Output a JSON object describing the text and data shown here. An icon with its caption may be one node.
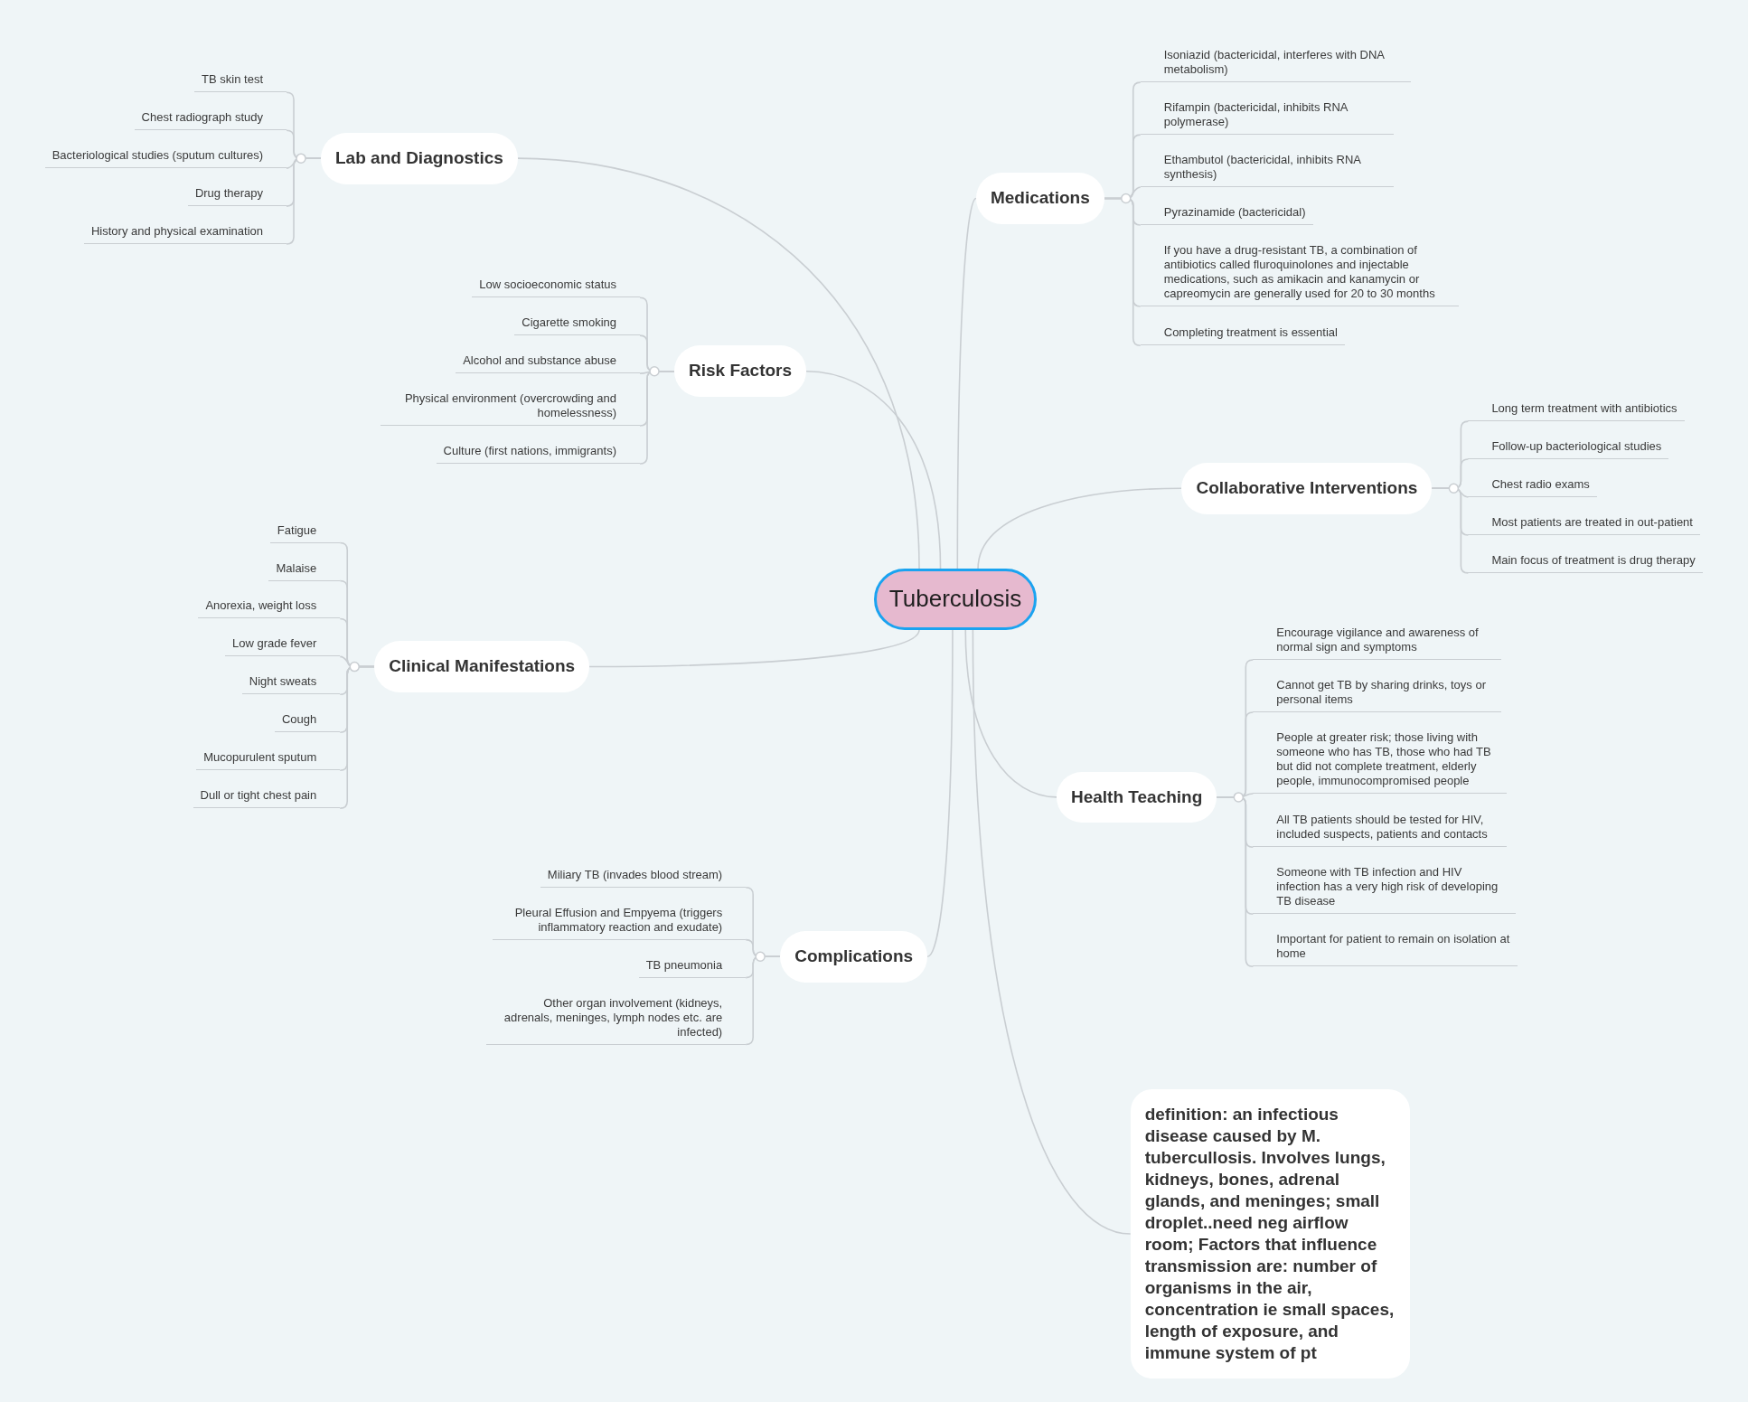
{
  "diagram": {
    "nodes": [
      {
        "text": [
          "Tuberculosis"
        ]
      },
      {
        "text": [
          "Lab and Diagnostics"
        ]
      },
      {
        "text": [
          "TB skin test"
        ]
      },
      {
        "text": [
          "Chest radiograph study"
        ]
      },
      {
        "text": [
          "Bacteriological studies (sputum cultures)"
        ]
      },
      {
        "text": [
          "Drug therapy"
        ]
      },
      {
        "text": [
          "History and physical examination"
        ]
      },
      {
        "text": [
          "Risk Factors"
        ]
      },
      {
        "text": [
          "Low socioeconomic status"
        ]
      },
      {
        "text": [
          "Cigarette smoking"
        ]
      },
      {
        "text": [
          "Alcohol and substance abuse"
        ]
      },
      {
        "text": [
          "Physical environment (overcrowding and homelessness)"
        ]
      },
      {
        "text": [
          "Culture (first nations, immigrants)"
        ]
      },
      {
        "text": [
          "Clinical Manifestations"
        ]
      },
      {
        "text": [
          "Fatigue"
        ]
      },
      {
        "text": [
          "Malaise"
        ]
      },
      {
        "text": [
          "Anorexia, weight loss"
        ]
      },
      {
        "text": [
          "Low grade fever"
        ]
      },
      {
        "text": [
          "Night sweats"
        ]
      },
      {
        "text": [
          "Cough"
        ]
      },
      {
        "text": [
          "Mucopurulent sputum"
        ]
      },
      {
        "text": [
          "Dull or tight chest pain"
        ]
      },
      {
        "text": [
          "Complications"
        ]
      },
      {
        "text": [
          "Miliary TB (invades blood stream)"
        ]
      },
      {
        "text": [
          "Pleural Effusion and Empyema (triggers inflammatory reaction and exudate)"
        ]
      },
      {
        "text": [
          "TB pneumonia"
        ]
      },
      {
        "text": [
          "Other organ involvement (kidneys, adrenals, meninges, lymph nodes etc. are infected)"
        ]
      },
      {
        "text": [
          "Medications"
        ]
      },
      {
        "text": [
          "Isoniazid (bactericidal, interferes with DNA metabolism)"
        ]
      },
      {
        "text": [
          "Rifampin (bactericidal, inhibits RNA polymerase)"
        ]
      },
      {
        "text": [
          "Ethambutol (bactericidal, inhibits RNA synthesis)"
        ]
      },
      {
        "text": [
          "Pyrazinamide (bactericidal)"
        ]
      },
      {
        "text": [
          "If you have a drug-resistant TB, a combination of antibiotics called fluroquinolones and injectable medications, such as amikacin and kanamycin or capreomycin are generally used for 20 to 30 months"
        ]
      },
      {
        "text": [
          "Completing treatment is essential"
        ]
      },
      {
        "text": [
          "Collaborative Interventions"
        ]
      },
      {
        "text": [
          "Long term treatment with antibiotics"
        ]
      },
      {
        "text": [
          "Follow-up bacteriological studies"
        ]
      },
      {
        "text": [
          "Chest radio exams"
        ]
      },
      {
        "text": [
          "Most patients are treated in out-patient"
        ]
      },
      {
        "text": [
          "Main focus of treatment is drug therapy"
        ]
      },
      {
        "text": [
          "Health Teaching"
        ]
      },
      {
        "text": [
          "Encourage vigilance and awareness of normal sign and symptoms"
        ]
      },
      {
        "text": [
          "Cannot get TB by sharing drinks, toys or personal items"
        ]
      },
      {
        "text": [
          "People at greater risk; those living with someone who has TB, those who had TB but did not complete treatment, elderly people, immunocompromised people"
        ]
      },
      {
        "text": [
          "All TB patients should be tested for HIV, included suspects, patients and contacts"
        ]
      },
      {
        "text": [
          "Someone with TB infection and HIV infection has a very high risk of developing TB disease"
        ]
      },
      {
        "text": [
          "Important for patient to remain on isolation at home"
        ]
      },
      {
        "text": [
          "definition: an infectious disease caused by M. tubercullosis. Involves lungs, kidneys, bones, adrenal glands, and meninges; small droplet..need neg airflow room; Factors that influence transmission are: number of organisms in the air, concentration ie small spaces, length of exposure, and immune system of pt"
        ]
      }
    ],
    "edges": [
      {
        "from": 0,
        "to": 1,
        "arrow": "none"
      },
      {
        "from": 0,
        "to": 7,
        "arrow": "none"
      },
      {
        "from": 0,
        "to": 13,
        "arrow": "none"
      },
      {
        "from": 0,
        "to": 22,
        "arrow": "none"
      },
      {
        "from": 0,
        "to": 27,
        "arrow": "none"
      },
      {
        "from": 0,
        "to": 34,
        "arrow": "none"
      },
      {
        "from": 0,
        "to": 40,
        "arrow": "none"
      },
      {
        "from": 0,
        "to": 47,
        "arrow": "none"
      },
      {
        "from": 1,
        "to": 2,
        "arrow": "none"
      },
      {
        "from": 1,
        "to": 3,
        "arrow": "none"
      },
      {
        "from": 1,
        "to": 4,
        "arrow": "none"
      },
      {
        "from": 1,
        "to": 5,
        "arrow": "none"
      },
      {
        "from": 1,
        "to": 6,
        "arrow": "none"
      },
      {
        "from": 7,
        "to": 8,
        "arrow": "none"
      },
      {
        "from": 7,
        "to": 9,
        "arrow": "none"
      },
      {
        "from": 7,
        "to": 10,
        "arrow": "none"
      },
      {
        "from": 7,
        "to": 11,
        "arrow": "none"
      },
      {
        "from": 7,
        "to": 12,
        "arrow": "none"
      },
      {
        "from": 13,
        "to": 14,
        "arrow": "none"
      },
      {
        "from": 13,
        "to": 15,
        "arrow": "none"
      },
      {
        "from": 13,
        "to": 16,
        "arrow": "none"
      },
      {
        "from": 13,
        "to": 17,
        "arrow": "none"
      },
      {
        "from": 13,
        "to": 18,
        "arrow": "none"
      },
      {
        "from": 13,
        "to": 19,
        "arrow": "none"
      },
      {
        "from": 13,
        "to": 20,
        "arrow": "none"
      },
      {
        "from": 13,
        "to": 21,
        "arrow": "none"
      },
      {
        "from": 22,
        "to": 23,
        "arrow": "none"
      },
      {
        "from": 22,
        "to": 24,
        "arrow": "none"
      },
      {
        "from": 22,
        "to": 25,
        "arrow": "none"
      },
      {
        "from": 22,
        "to": 26,
        "arrow": "none"
      },
      {
        "from": 27,
        "to": 28,
        "arrow": "none"
      },
      {
        "from": 27,
        "to": 29,
        "arrow": "none"
      },
      {
        "from": 27,
        "to": 30,
        "arrow": "none"
      },
      {
        "from": 27,
        "to": 31,
        "arrow": "none"
      },
      {
        "from": 27,
        "to": 32,
        "arrow": "none"
      },
      {
        "from": 27,
        "to": 33,
        "arrow": "none"
      },
      {
        "from": 34,
        "to": 35,
        "arrow": "none"
      },
      {
        "from": 34,
        "to": 36,
        "arrow": "none"
      },
      {
        "from": 34,
        "to": 37,
        "arrow": "none"
      },
      {
        "from": 34,
        "to": 38,
        "arrow": "none"
      },
      {
        "from": 34,
        "to": 39,
        "arrow": "none"
      },
      {
        "from": 40,
        "to": 41,
        "arrow": "none"
      },
      {
        "from": 40,
        "to": 42,
        "arrow": "none"
      },
      {
        "from": 40,
        "to": 43,
        "arrow": "none"
      },
      {
        "from": 40,
        "to": 44,
        "arrow": "none"
      },
      {
        "from": 40,
        "to": 45,
        "arrow": "none"
      },
      {
        "from": 40,
        "to": 46,
        "arrow": "none"
      }
    ]
  }
}
